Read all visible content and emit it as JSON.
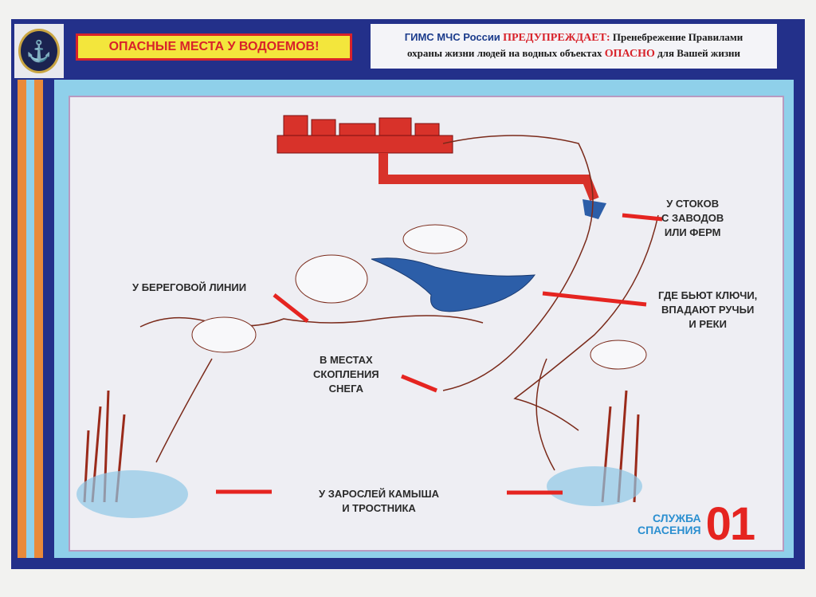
{
  "header": {
    "title": "ОПАСНЫЕ МЕСТА У ВОДОЕМОВ!",
    "warning": {
      "org": "ГИМС МЧС России",
      "verb": "ПРЕДУПРЕЖДАЕТ:",
      "text1": "Пренебрежение Правилами",
      "text2": "охраны жизни людей на водных объектах",
      "danger": "ОПАСНО",
      "text3": "для Вашей жизни"
    }
  },
  "labels": {
    "drains": [
      "У СТОКОВ",
      "С ЗАВОДОВ",
      "ИЛИ ФЕРМ"
    ],
    "springs": [
      "ГДЕ БЬЮТ КЛЮЧИ,",
      "ВПАДАЮТ РУЧЬИ",
      "И РЕКИ"
    ],
    "shore": "У БЕРЕГОВОЙ ЛИНИИ",
    "snow": [
      "В МЕСТАХ",
      "СКОПЛЕНИЯ",
      "СНЕГА"
    ],
    "reeds": [
      "У ЗАРОСЛЕЙ КАМЫША",
      "И ТРОСТНИКА"
    ]
  },
  "brand": {
    "line1": "СЛУЖБА",
    "line2": "СПАСЕНИЯ",
    "number": "01"
  },
  "colors": {
    "frame": "#23308a",
    "accent": "#d8222a",
    "panel": "#8fd0ea",
    "water": "#2c5ea8"
  }
}
